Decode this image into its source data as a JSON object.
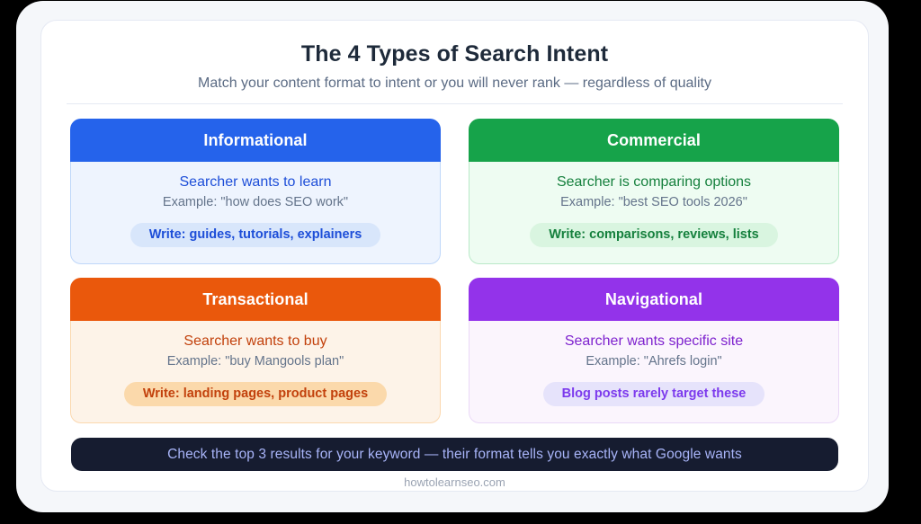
{
  "header": {
    "title": "The 4 Types of Search Intent",
    "subtitle": "Match your content format to intent or you will never rank — regardless of quality"
  },
  "cards": [
    {
      "label": "Informational",
      "description": "Searcher wants to learn",
      "example": "Example: \"how does SEO work\"",
      "pill": "Write: guides, tutorials, explainers",
      "colors": {
        "header": "#2563eb",
        "body": "#eef4fe",
        "border": "#bfd7f9",
        "accent": "#1d4ed8",
        "pill_bg": "#d8e6fb",
        "pill_text": "#1d4ed8"
      }
    },
    {
      "label": "Commercial",
      "description": "Searcher is comparing options",
      "example": "Example: \"best SEO tools 2026\"",
      "pill": "Write: comparisons, reviews, lists",
      "colors": {
        "header": "#16a34a",
        "body": "#eefcf2",
        "border": "#b9e9c8",
        "accent": "#15803d",
        "pill_bg": "#d9f5e0",
        "pill_text": "#15803d"
      }
    },
    {
      "label": "Transactional",
      "description": "Searcher wants to buy",
      "example": "Example: \"buy Mangools plan\"",
      "pill": "Write: landing pages, product pages",
      "colors": {
        "header": "#ea580c",
        "body": "#fdf3e8",
        "border": "#fbd8af",
        "accent": "#c2410c",
        "pill_bg": "#fbd9ab",
        "pill_text": "#c2410c"
      }
    },
    {
      "label": "Navigational",
      "description": "Searcher wants specific site",
      "example": "Example: \"Ahrefs login\"",
      "pill": "Blog posts rarely target these",
      "colors": {
        "header": "#9333ea",
        "body": "#fbf5fd",
        "border": "#ead9f7",
        "accent": "#7e22ce",
        "pill_bg": "#e6e3fb",
        "pill_text": "#7c3aed"
      }
    }
  ],
  "banner": {
    "text": "Check the top 3 results for your keyword — their format tells you exactly what Google wants"
  },
  "footer": {
    "attribution": "howtolearnseo.com"
  },
  "colors": {
    "page_bg": "#f5f7fa",
    "panel_bg": "#ffffff",
    "panel_border": "#e5e9f3",
    "title": "#1e2a3a",
    "subtitle": "#5b6b84",
    "divider": "#e5eaf2",
    "example_text": "#64748b",
    "banner_bg": "#161c30",
    "banner_text": "#a8b4f8",
    "attribution": "#9aa3b2"
  }
}
